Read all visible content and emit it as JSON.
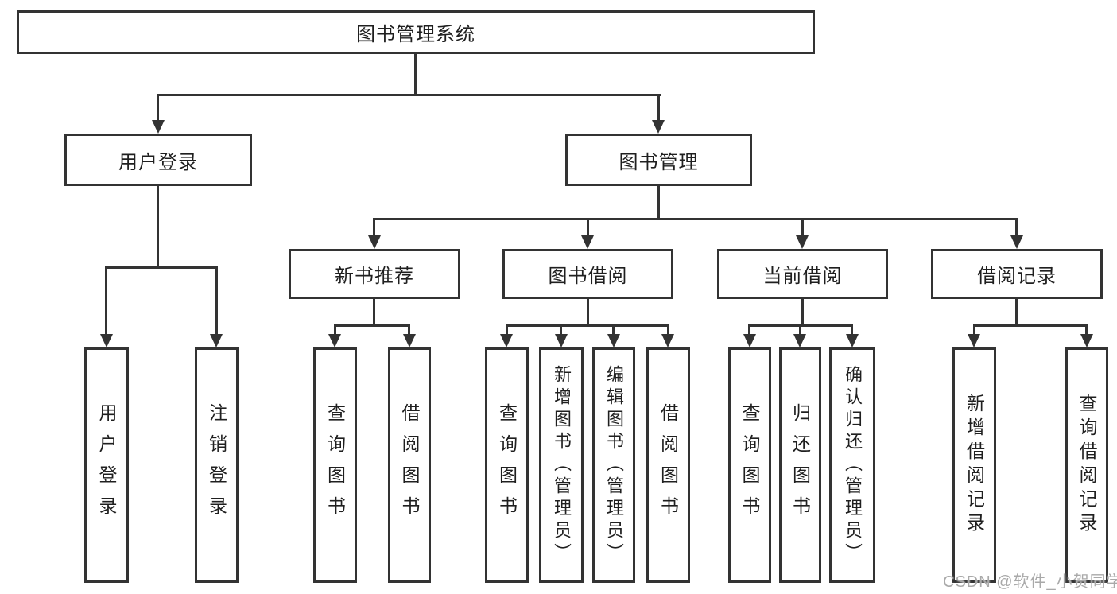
{
  "diagram": {
    "root": "图书管理系统",
    "level2": [
      {
        "label": "用户登录",
        "children": [
          "用户登录",
          "注销登录"
        ]
      },
      {
        "label": "图书管理",
        "sections": [
          {
            "label": "新书推荐",
            "children": [
              "查询图书",
              "借阅图书"
            ]
          },
          {
            "label": "图书借阅",
            "children": [
              "查询图书",
              "新增图书（管理员）",
              "编辑图书（管理员）",
              "借阅图书"
            ]
          },
          {
            "label": "当前借阅",
            "children": [
              "查询图书",
              "归还图书",
              "确认归还（管理员）"
            ]
          },
          {
            "label": "借阅记录",
            "children": [
              "新增借阅记录",
              "查询借阅记录"
            ]
          }
        ]
      }
    ]
  },
  "watermark": "CSDN @软件_小贺同学",
  "colors": {
    "line": "#333333",
    "text": "#1f1f1f",
    "watermark": "#a9a9a9",
    "background": "#ffffff"
  }
}
